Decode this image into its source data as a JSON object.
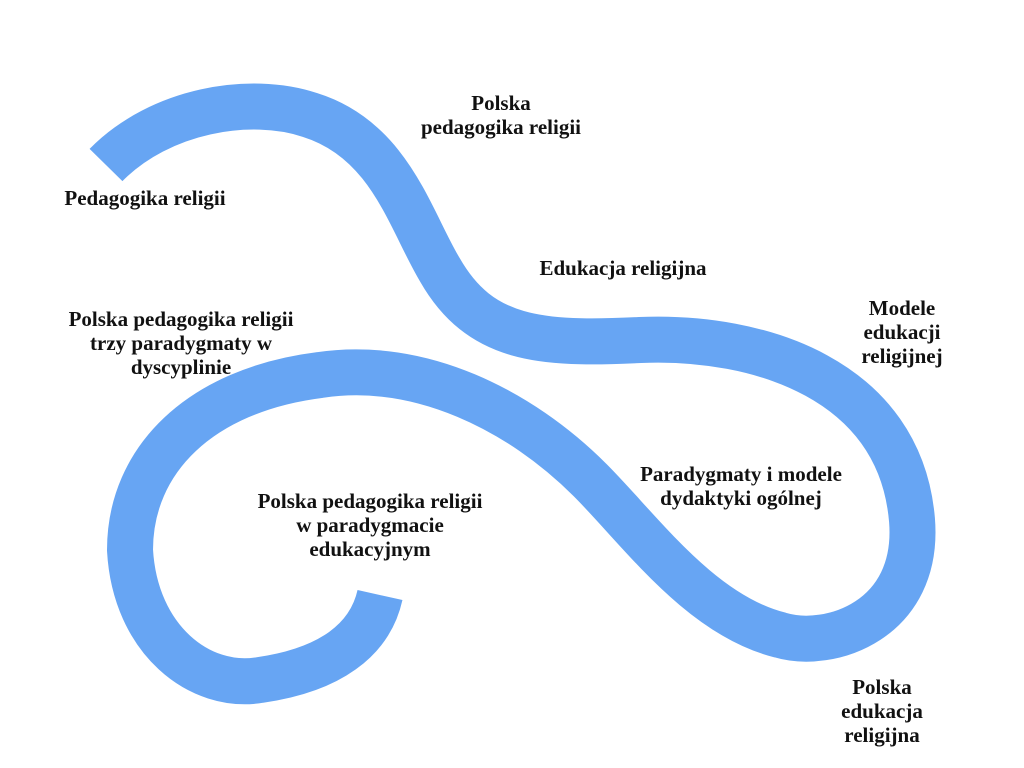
{
  "colors": {
    "ribbon": "#67a5f3",
    "text": "#111111"
  },
  "labels": [
    "Pedagogika religii",
    "Polska\npedagogika religii",
    "Edukacja religijna",
    "Modele edukacji\nreligijnej",
    "Polska pedagogika religii\ntrzy paradygmaty w\ndyscyplinie",
    "Paradygmaty i modele\ndydaktyki ogólnej",
    "Polska pedagogika religii\nw paradygmacie\nedukacyjnym",
    "Polska edukacja\nreligijna"
  ]
}
